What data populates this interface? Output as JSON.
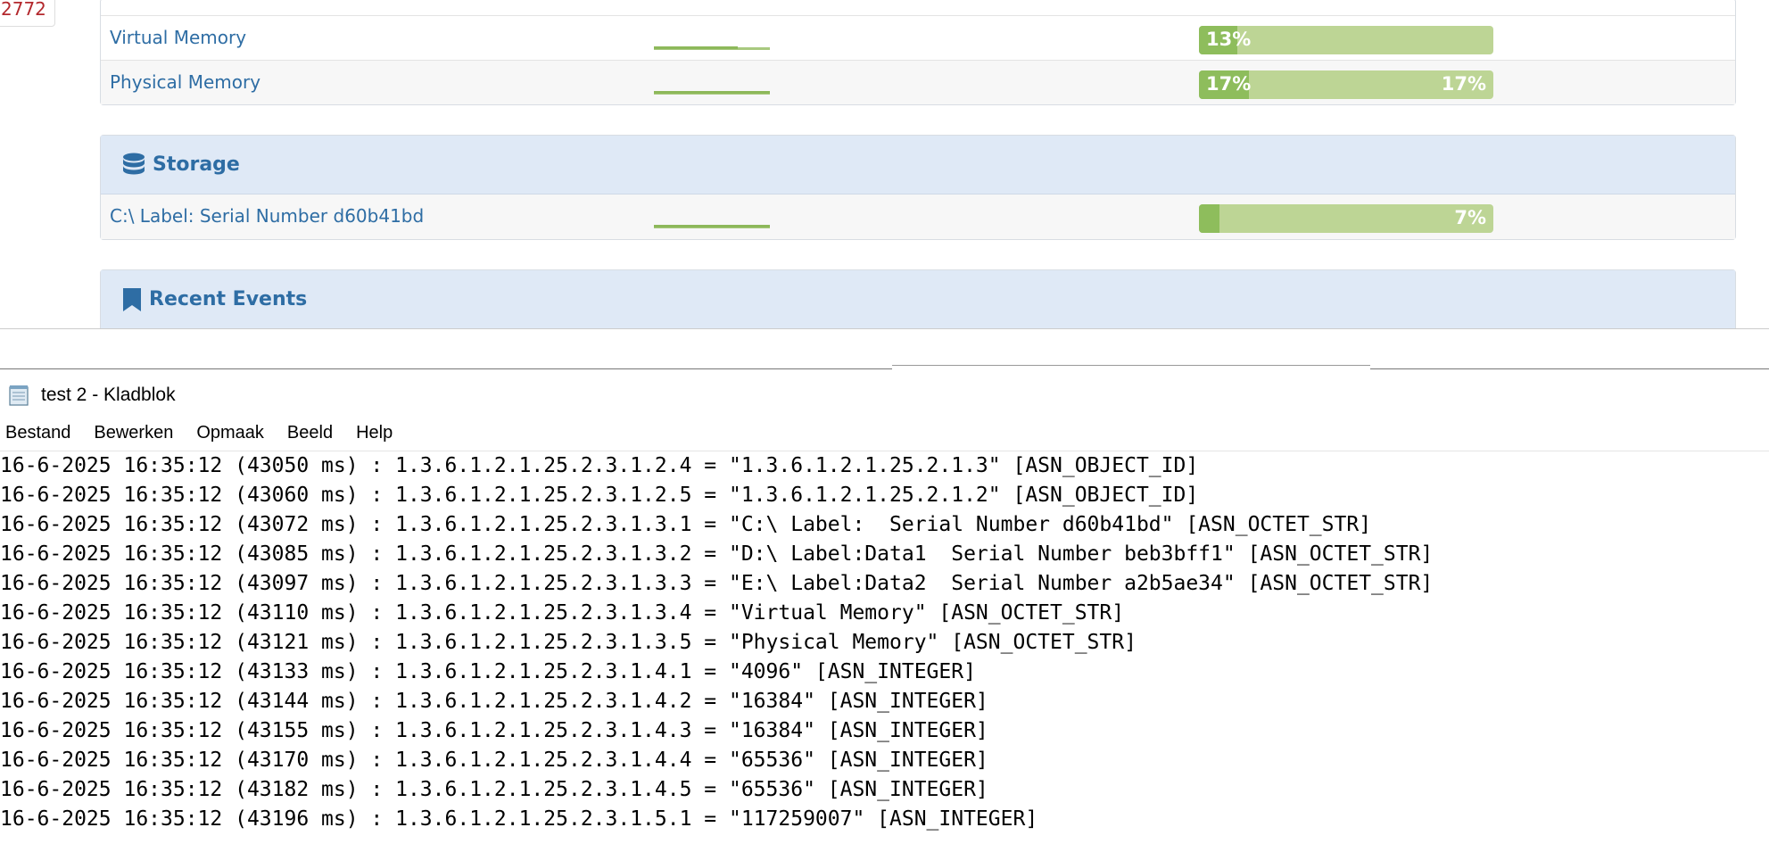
{
  "web": {
    "fragment_text": "2772",
    "memory_rows": [
      {
        "label": "Virtual Memory",
        "percent": 13,
        "text_left": "13%",
        "text_right": "",
        "spark_percent": 72
      },
      {
        "label": "Physical Memory",
        "percent": 17,
        "text_left": "17%",
        "text_right": "17%",
        "spark_percent": 100
      }
    ],
    "storage": {
      "title": "Storage",
      "rows": [
        {
          "label": "C:\\ Label: Serial Number d60b41bd",
          "percent": 7,
          "text_left": "",
          "text_right": "7%",
          "spark_percent": 100
        }
      ]
    },
    "recent_events": {
      "title": "Recent Events"
    }
  },
  "notepad": {
    "title": "test 2 - Kladblok",
    "menu": [
      "Bestand",
      "Bewerken",
      "Opmaak",
      "Beeld",
      "Help"
    ],
    "lines": [
      "16-6-2025 16:35:12 (43050 ms) : 1.3.6.1.2.1.25.2.3.1.2.4 = \"1.3.6.1.2.1.25.2.1.3\" [ASN_OBJECT_ID]",
      "16-6-2025 16:35:12 (43060 ms) : 1.3.6.1.2.1.25.2.3.1.2.5 = \"1.3.6.1.2.1.25.2.1.2\" [ASN_OBJECT_ID]",
      "16-6-2025 16:35:12 (43072 ms) : 1.3.6.1.2.1.25.2.3.1.3.1 = \"C:\\ Label:  Serial Number d60b41bd\" [ASN_OCTET_STR]",
      "16-6-2025 16:35:12 (43085 ms) : 1.3.6.1.2.1.25.2.3.1.3.2 = \"D:\\ Label:Data1  Serial Number beb3bff1\" [ASN_OCTET_STR]",
      "16-6-2025 16:35:12 (43097 ms) : 1.3.6.1.2.1.25.2.3.1.3.3 = \"E:\\ Label:Data2  Serial Number a2b5ae34\" [ASN_OCTET_STR]",
      "16-6-2025 16:35:12 (43110 ms) : 1.3.6.1.2.1.25.2.3.1.3.4 = \"Virtual Memory\" [ASN_OCTET_STR]",
      "16-6-2025 16:35:12 (43121 ms) : 1.3.6.1.2.1.25.2.3.1.3.5 = \"Physical Memory\" [ASN_OCTET_STR]",
      "16-6-2025 16:35:12 (43133 ms) : 1.3.6.1.2.1.25.2.3.1.4.1 = \"4096\" [ASN_INTEGER]",
      "16-6-2025 16:35:12 (43144 ms) : 1.3.6.1.2.1.25.2.3.1.4.2 = \"16384\" [ASN_INTEGER]",
      "16-6-2025 16:35:12 (43155 ms) : 1.3.6.1.2.1.25.2.3.1.4.3 = \"16384\" [ASN_INTEGER]",
      "16-6-2025 16:35:12 (43170 ms) : 1.3.6.1.2.1.25.2.3.1.4.4 = \"65536\" [ASN_INTEGER]",
      "16-6-2025 16:35:12 (43182 ms) : 1.3.6.1.2.1.25.2.3.1.4.5 = \"65536\" [ASN_INTEGER]",
      "16-6-2025 16:35:12 (43196 ms) : 1.3.6.1.2.1.25.2.3.1.5.1 = \"117259007\" [ASN_INTEGER]"
    ]
  },
  "colors": {
    "link": "#2e6da4",
    "panel_head": "#dfe9f6",
    "bar_bg": "#bdd595",
    "bar_fill": "#8ebd5c"
  },
  "icons": {
    "storage": "database-icon",
    "recent_events": "bookmark-icon",
    "notepad": "notepad-icon"
  }
}
